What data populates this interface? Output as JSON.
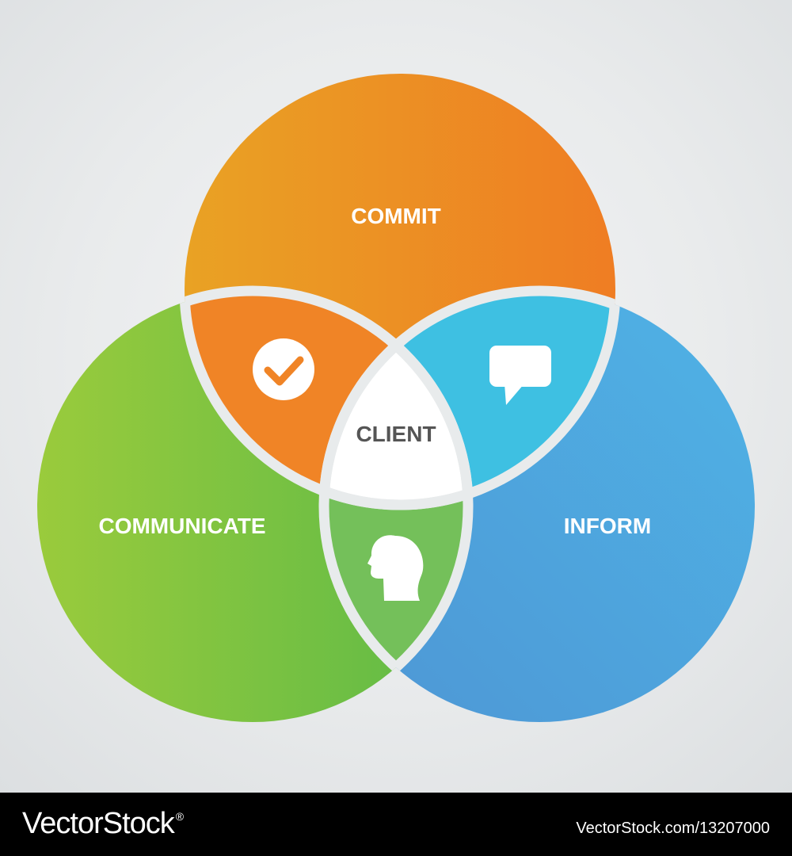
{
  "diagram": {
    "circles": {
      "top": {
        "label": "COMMIT",
        "color_start": "#e9a224",
        "color_end": "#ef7d23"
      },
      "left": {
        "label": "COMMUNICATE",
        "color_start": "#9acb3c",
        "color_end": "#5dba47"
      },
      "right": {
        "label": "INFORM",
        "color_start": "#4e96d4",
        "color_end": "#4fb3e6"
      }
    },
    "overlaps": {
      "top_left": {
        "icon": "checkmark-icon",
        "color": "#f08426"
      },
      "top_right": {
        "icon": "speech-bubble-icon",
        "color": "#3ec0e2"
      },
      "left_right": {
        "icon": "head-profile-icon",
        "color": "#74c05a"
      },
      "center": {
        "label": "CLIENT",
        "color": "#ffffff"
      }
    },
    "outline_color": "#e8ebec"
  },
  "watermark": {
    "brand": "VectorStock",
    "brand_mark": "®",
    "image_ref": "VectorStock.com/13207000"
  }
}
